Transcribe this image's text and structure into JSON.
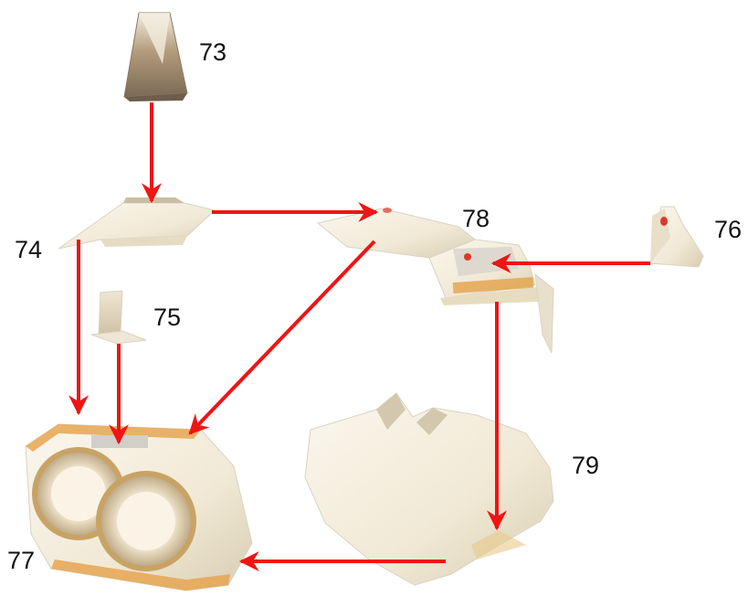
{
  "diagram": {
    "labels": {
      "p73": "73",
      "p74": "74",
      "p75": "75",
      "p76": "76",
      "p77": "77",
      "p78": "78",
      "p79": "79"
    },
    "colors": {
      "arrow": "#f01414",
      "paper_light": "#f6f0e2",
      "paper_shadow": "#d8cfb8",
      "trim": "#e3a24a",
      "marker_dot": "#e0372b"
    },
    "connections": [
      {
        "from": "73",
        "to": "74"
      },
      {
        "from": "74",
        "to": "78"
      },
      {
        "from": "74",
        "to": "77"
      },
      {
        "from": "75",
        "to": "77"
      },
      {
        "from": "76",
        "to": "78"
      },
      {
        "from": "78",
        "to": "77"
      },
      {
        "from": "78",
        "to": "79"
      },
      {
        "from": "79",
        "to": "77"
      }
    ]
  }
}
